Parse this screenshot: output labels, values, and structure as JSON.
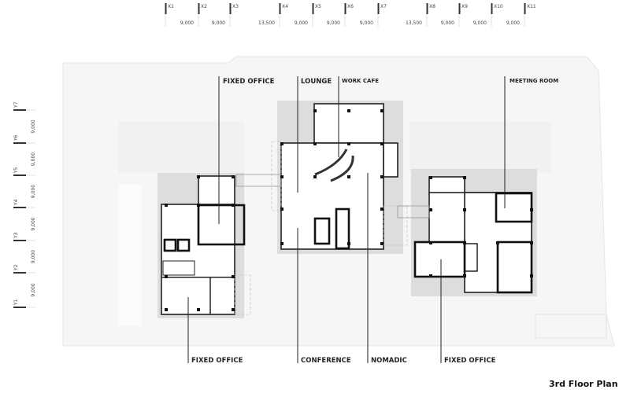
{
  "title": "3rd Floor Plan",
  "grid_x": [
    {
      "label": "X1",
      "span": "9,000"
    },
    {
      "label": "X2",
      "span": "9,000"
    },
    {
      "label": "X3",
      "span": "13,500"
    },
    {
      "label": "X4",
      "span": "9,000"
    },
    {
      "label": "X5",
      "span": "9,000"
    },
    {
      "label": "X6",
      "span": "9,000"
    },
    {
      "label": "X7",
      "span": "13,500"
    },
    {
      "label": "X8",
      "span": "9,000"
    },
    {
      "label": "X9",
      "span": "9,000"
    },
    {
      "label": "X10",
      "span": "9,000"
    },
    {
      "label": "X11",
      "span": ""
    }
  ],
  "grid_y": [
    {
      "label": "Y7",
      "span": "9,000"
    },
    {
      "label": "Y6",
      "span": "9,000"
    },
    {
      "label": "Y5",
      "span": "9,000"
    },
    {
      "label": "Y4",
      "span": "9,000"
    },
    {
      "label": "Y3",
      "span": "9,000"
    },
    {
      "label": "Y2",
      "span": "9,000"
    },
    {
      "label": "Y1",
      "span": ""
    }
  ],
  "labels_top": [
    "FIXED OFFICE",
    "LOUNGE",
    "WORK CAFE",
    "MEETING ROOM"
  ],
  "labels_bottom": [
    "FIXED OFFICE",
    "CONFERENCE",
    "NOMADIC",
    "FIXED OFFICE"
  ]
}
